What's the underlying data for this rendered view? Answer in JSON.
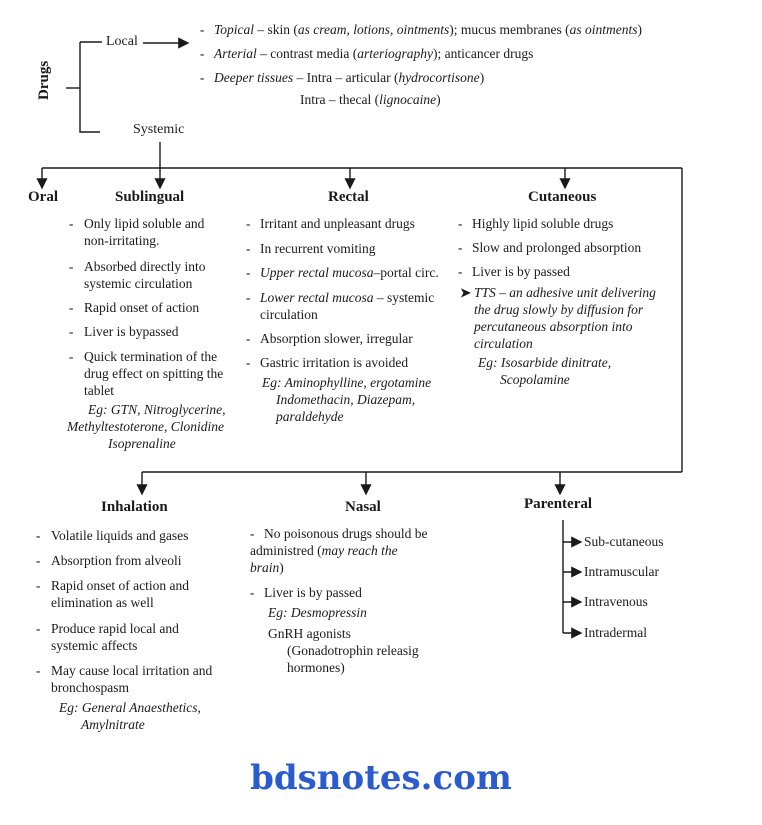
{
  "root": {
    "label": "Drugs",
    "local": "Local",
    "systemic": "Systemic"
  },
  "local_items": [
    {
      "term": "Topical",
      "text": " – skin (",
      "note1": "as cream, lotions, ointments",
      "text2": "); mucus membranes (",
      "note2": "as ointments",
      "text3": ")"
    },
    {
      "term": "Arterial",
      "text": " – contrast media (",
      "note1": "arteriography",
      "text2": "); anticancer drugs"
    },
    {
      "term": "Deeper tissues",
      "text": " – Intra – articular (",
      "note1": "hydrocortisone",
      "text2": ")"
    },
    {
      "text": "Intra – thecal (",
      "note1": "lignocaine",
      "text2": ")"
    }
  ],
  "routes_top": {
    "oral": "Oral",
    "sublingual": {
      "title": "Sublingual",
      "lines": [
        "Only lipid soluble and",
        "non-irritating.",
        "Absorbed directly into",
        "systemic circulation",
        "Rapid onset of action",
        "Liver is bypassed",
        "Quick termination of the",
        "drug effect on spitting the",
        "tablet"
      ],
      "eg": [
        "Eg: GTN, Nitroglycerine,",
        "Methyltestoterone, Clonidine",
        "Isoprenaline"
      ]
    },
    "rectal": {
      "title": "Rectal",
      "lines": [
        "Irritant and unpleasant drugs",
        "In recurrent vomiting",
        "Upper rectal mucosa",
        "–portal circ.",
        "Lower rectal mucosa",
        " – systemic",
        "circulation",
        "Absorption slower, irregular",
        "Gastric irritation is avoided"
      ],
      "eg": [
        "Eg: Aminophylline, ergotamine",
        "Indomethacin, Diazepam,",
        "paraldehyde"
      ]
    },
    "cutaneous": {
      "title": "Cutaneous",
      "lines": [
        "Highly lipid soluble drugs",
        "Slow and prolonged absorption",
        "Liver is by passed",
        "TTS – an adhesive unit delivering",
        "the drug slowly by diffusion for",
        "percutaneous absorption into",
        "circulation"
      ],
      "eg": [
        "Eg: Isosarbide dinitrate,",
        "Scopolamine"
      ]
    }
  },
  "routes_bottom": {
    "inhalation": {
      "title": "Inhalation",
      "lines": [
        "Volatile liquids and gases",
        "Absorption from alveoli",
        "Rapid onset of action and",
        "elimination as well",
        "Produce rapid local and",
        "systemic affects",
        "May cause local irritation and",
        "bronchospasm"
      ],
      "eg": [
        "Eg: General Anaesthetics,",
        "Amylnitrate"
      ]
    },
    "nasal": {
      "title": "Nasal",
      "lines": [
        "No poisonous drugs should be",
        "administred (",
        "may reach the",
        "brain",
        ")",
        "Liver is by passed"
      ],
      "eg": [
        "Eg: Desmopressin",
        "GnRH agonists",
        "(Gonadotrophin releasig",
        "hormones)"
      ]
    },
    "parenteral": {
      "title": "Parenteral",
      "items": [
        "Sub-cutaneous",
        "Intramuscular",
        "Intravenous",
        "Intradermal"
      ]
    }
  },
  "watermark": "bdsnotes.com"
}
